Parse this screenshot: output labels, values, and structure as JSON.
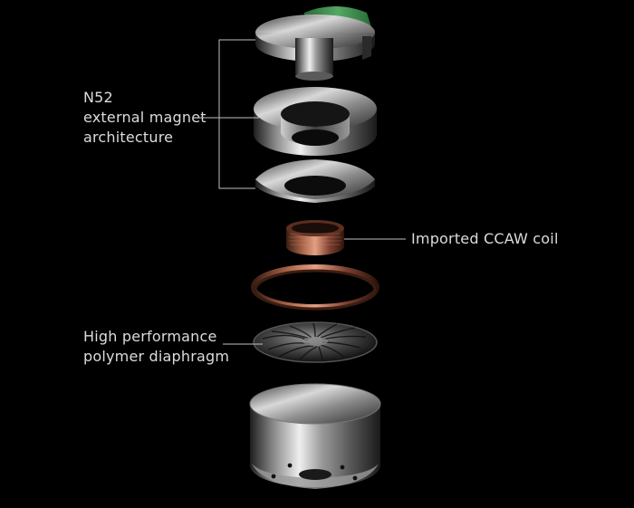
{
  "annotations": {
    "magnet": {
      "lines": [
        "N52",
        "external magnet",
        "architecture"
      ]
    },
    "coil": {
      "text": "Imported CCAW coil"
    },
    "diaphragm": {
      "lines": [
        "High performance",
        "polymer diaphragm"
      ]
    }
  },
  "colors": {
    "background": "#000000",
    "text": "#dcdcdc",
    "leader_line": "#bfbfbf",
    "metal_light": "#e6e6e6",
    "metal_dark": "#2a2a2a",
    "pcb_green": "#3f8f4f",
    "coil_copper": "#b06a4f"
  },
  "components": [
    {
      "name": "top-housing-with-pcb",
      "icon": "cylinder-with-circuit-board"
    },
    {
      "name": "n52-magnet-ring",
      "icon": "thick-ring"
    },
    {
      "name": "washer-plate",
      "icon": "flat-ring"
    },
    {
      "name": "ccaw-voice-coil",
      "icon": "copper-coil"
    },
    {
      "name": "copper-ring",
      "icon": "thin-ring"
    },
    {
      "name": "polymer-diaphragm",
      "icon": "ribbed-disc"
    },
    {
      "name": "bottom-housing",
      "icon": "cylinder-cup"
    }
  ]
}
